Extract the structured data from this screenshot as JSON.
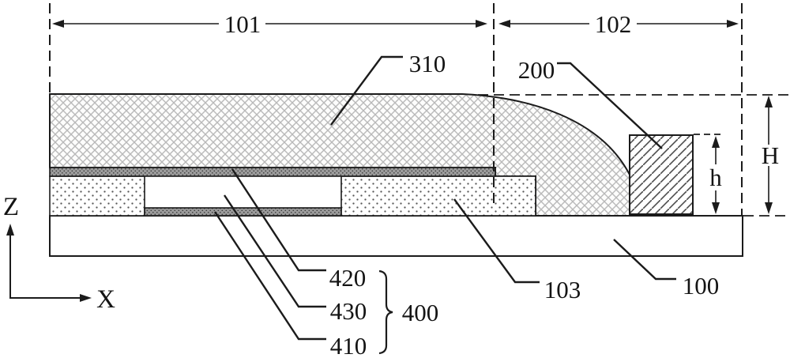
{
  "figure": {
    "type": "patent-cross-section-diagram",
    "dimensions": {
      "left_span_label": "101",
      "right_span_label": "102",
      "total_height_label": "H",
      "block_height_label": "h"
    },
    "parts": {
      "layer_310": "310",
      "block_200": "200",
      "layer_420": "420",
      "layer_430": "430",
      "layer_410": "410",
      "stack_400": "400",
      "layer_103": "103",
      "substrate_100": "100"
    },
    "axes": {
      "vertical_label": "Z",
      "horizontal_label": "X"
    },
    "colors": {
      "line": "#1b1b1b",
      "crosshatch": "#b9b9b9",
      "gray_layer": "#9c9c9c",
      "dot_gray": "#565656",
      "background": "#ffffff"
    }
  }
}
